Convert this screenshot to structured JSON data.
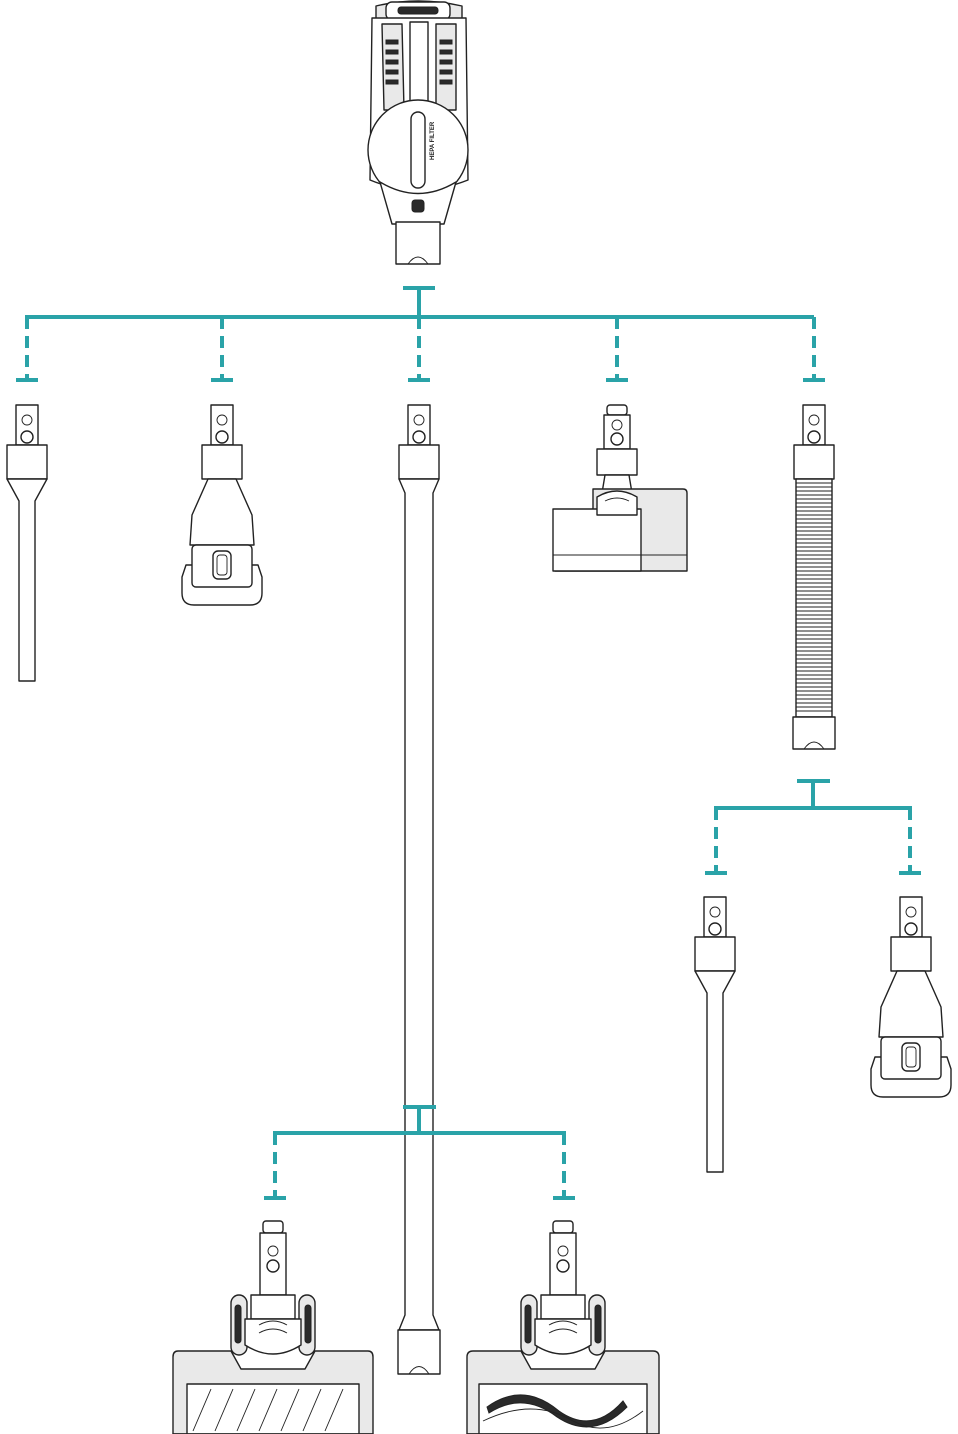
{
  "colors": {
    "connector": "#2aa3a8",
    "line_art": "#222222"
  },
  "labels": {
    "motor_unit_filter_text": "HEPA FILTER"
  },
  "parts": [
    {
      "id": "main-body",
      "icon": "handheld-motor-unit"
    },
    {
      "id": "crevice-tool",
      "icon": "crevice-tool"
    },
    {
      "id": "brush-tool",
      "icon": "dusting-brush"
    },
    {
      "id": "extension-tube",
      "icon": "extension-wand"
    },
    {
      "id": "mini-turbo-brush",
      "icon": "mini-motorized-brush"
    },
    {
      "id": "flexible-hose",
      "icon": "flexible-hose"
    },
    {
      "id": "hose-crevice-tool",
      "icon": "crevice-tool"
    },
    {
      "id": "hose-brush-tool",
      "icon": "dusting-brush"
    },
    {
      "id": "floor-head-bristle",
      "icon": "floor-brush-head"
    },
    {
      "id": "floor-head-soft-roller",
      "icon": "floor-brush-head"
    }
  ]
}
